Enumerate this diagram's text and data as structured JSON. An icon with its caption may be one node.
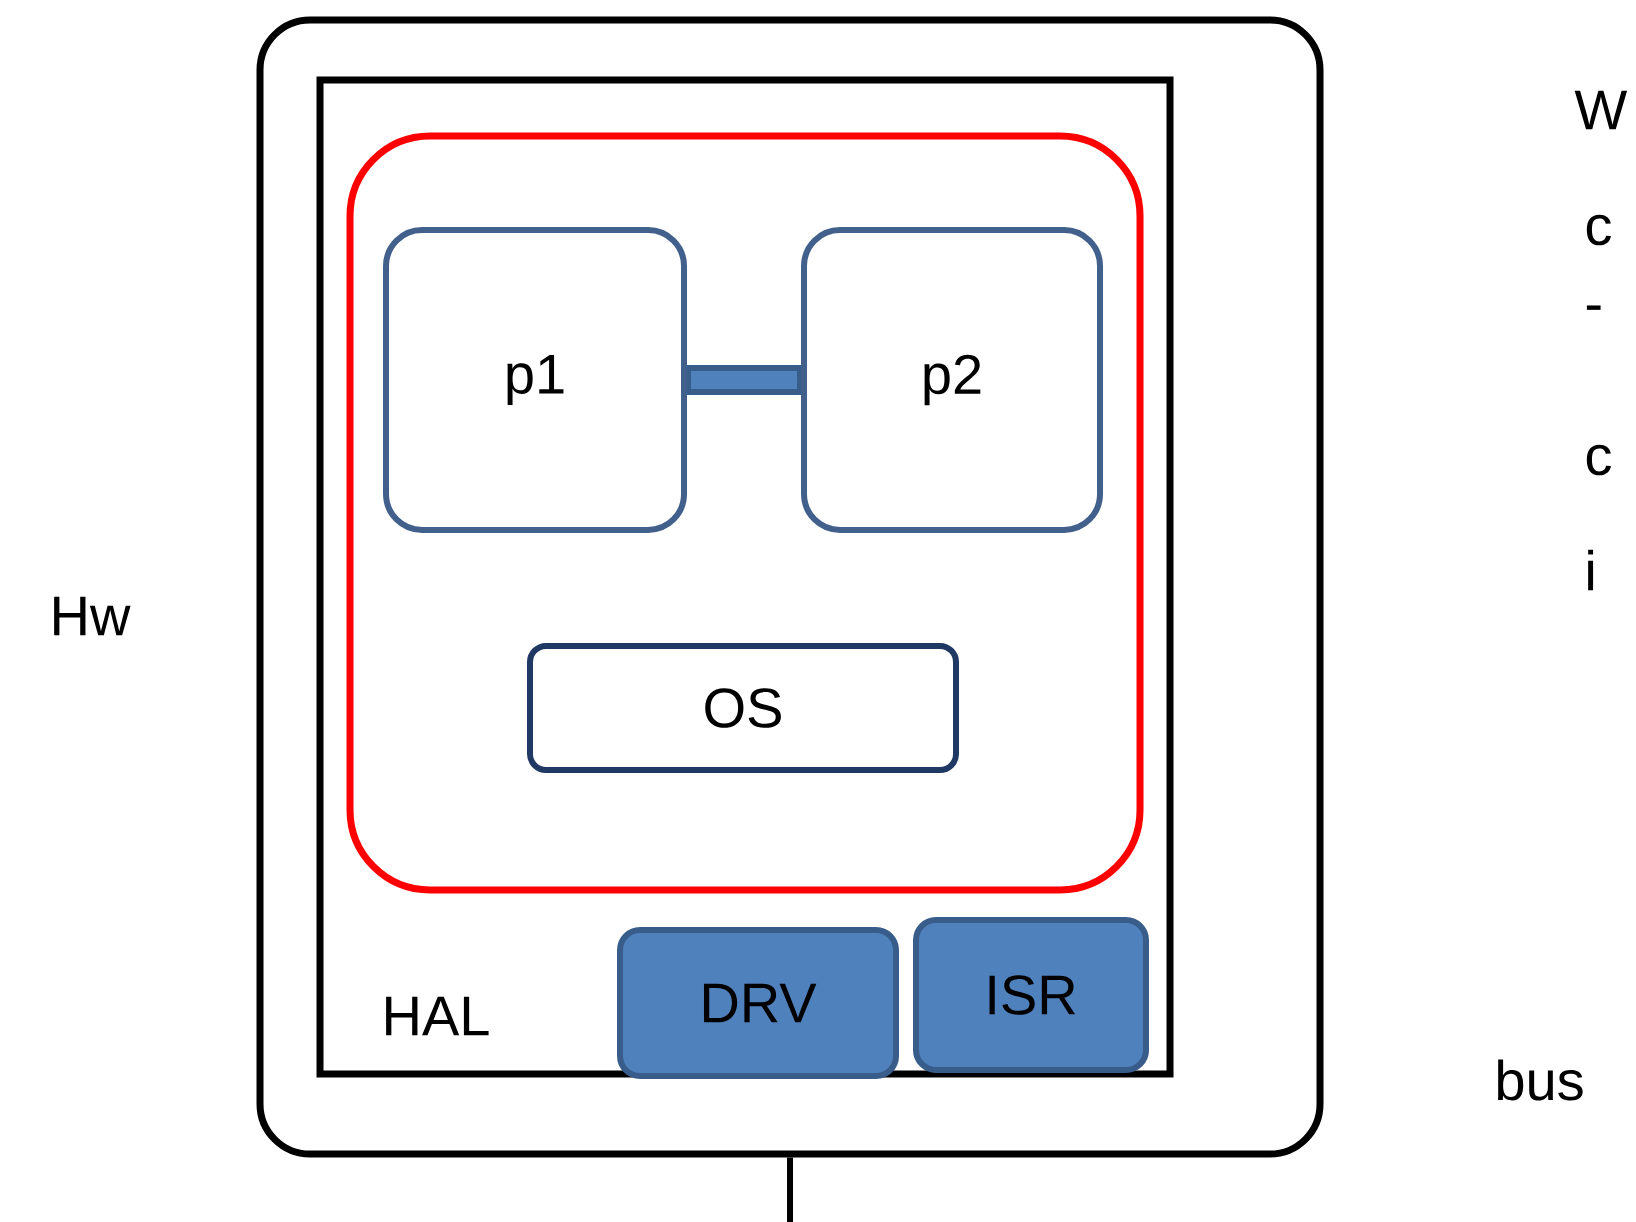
{
  "diagram": {
    "nodes": [
      {
        "text": [
          "Hw"
        ]
      },
      {
        "text": [
          "HAL"
        ],
        "in": 0
      },
      {
        "text": [],
        "shape": "box",
        "in": 1
      },
      {
        "text": [
          "p1"
        ],
        "in": 2
      },
      {
        "text": [
          "p2"
        ],
        "in": 2
      },
      {
        "text": [
          "OS"
        ],
        "in": 2
      },
      {
        "text": [
          "DRV"
        ],
        "in": 1
      },
      {
        "text": [
          "ISR"
        ],
        "in": 1
      }
    ],
    "edges": [
      {
        "from": 3,
        "to": 4,
        "arrow": "none",
        "style": "thick"
      },
      {
        "from": 0,
        "to": null,
        "arrow": "none",
        "color": "#000000"
      }
    ],
    "labels": [
      "W",
      "c",
      "-",
      "c",
      "i",
      "bus"
    ]
  }
}
